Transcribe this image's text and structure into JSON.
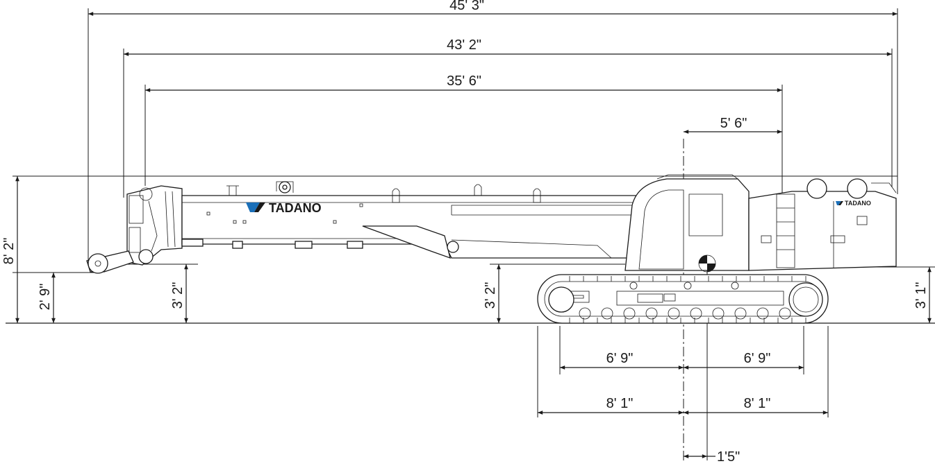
{
  "diagram": {
    "brand": "TADANO",
    "colors": {
      "line": "#1a1a1a",
      "background": "#ffffff"
    },
    "dimensions": {
      "overall_length": "45' 3\"",
      "boom_to_rear_length": "43' 2\"",
      "boom_length": "35' 6\"",
      "rear_radius": "5' 6\"",
      "overall_height": "8' 2\"",
      "hook_height": "2' 9\"",
      "boom_bottom_height": "3' 2\"",
      "carbody_height": "3' 2\"",
      "counterweight_height": "3' 1\"",
      "tumbler_front": "6' 9\"",
      "tumbler_rear": "6' 9\"",
      "crawler_front": "8' 1\"",
      "crawler_rear": "8' 1\"",
      "swing_offset": "1'5\""
    }
  }
}
